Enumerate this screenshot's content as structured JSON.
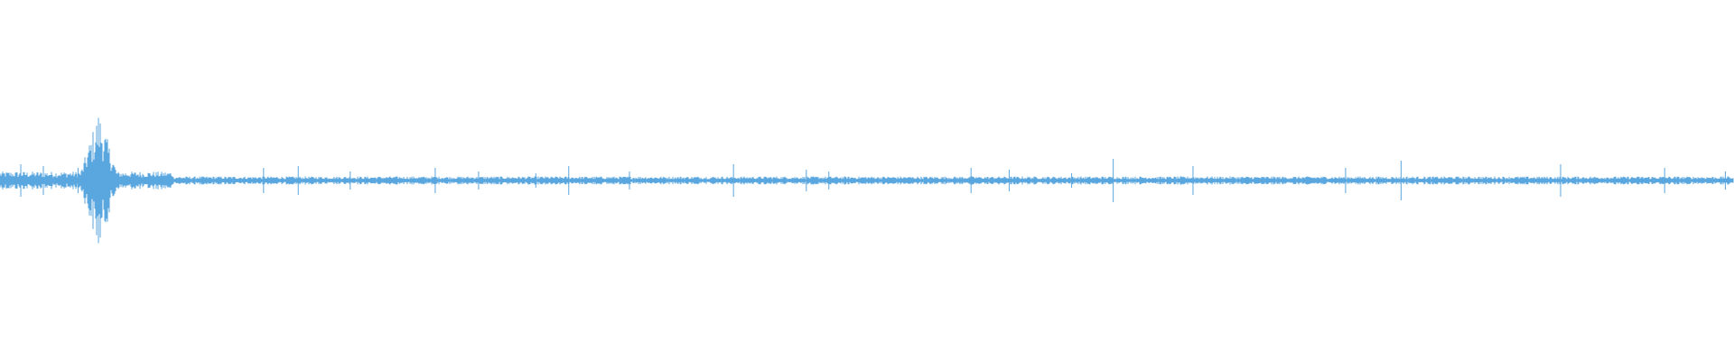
{
  "waveform": {
    "color": "#5aa6de",
    "background": "#ffffff",
    "baseline_amplitude": 0.025,
    "transients": [
      {
        "pos": 0.012,
        "amp": 0.09
      },
      {
        "pos": 0.025,
        "amp": 0.08
      },
      {
        "pos": 0.045,
        "amp": 0.07
      },
      {
        "pos": 0.057,
        "amp": 0.1
      },
      {
        "pos": 0.152,
        "amp": 0.07
      },
      {
        "pos": 0.172,
        "amp": 0.08
      },
      {
        "pos": 0.202,
        "amp": 0.05
      },
      {
        "pos": 0.251,
        "amp": 0.07
      },
      {
        "pos": 0.276,
        "amp": 0.05
      },
      {
        "pos": 0.309,
        "amp": 0.04
      },
      {
        "pos": 0.328,
        "amp": 0.08
      },
      {
        "pos": 0.363,
        "amp": 0.05
      },
      {
        "pos": 0.423,
        "amp": 0.09
      },
      {
        "pos": 0.465,
        "amp": 0.06
      },
      {
        "pos": 0.478,
        "amp": 0.05
      },
      {
        "pos": 0.56,
        "amp": 0.07
      },
      {
        "pos": 0.582,
        "amp": 0.06
      },
      {
        "pos": 0.618,
        "amp": 0.04
      },
      {
        "pos": 0.642,
        "amp": 0.12
      },
      {
        "pos": 0.688,
        "amp": 0.08
      },
      {
        "pos": 0.776,
        "amp": 0.07
      },
      {
        "pos": 0.808,
        "amp": 0.11
      },
      {
        "pos": 0.9,
        "amp": 0.09
      },
      {
        "pos": 0.96,
        "amp": 0.07
      },
      {
        "pos": 0.995,
        "amp": 0.05
      }
    ],
    "burst": {
      "pos": 0.057,
      "width": 0.012,
      "amp": 0.13
    }
  }
}
